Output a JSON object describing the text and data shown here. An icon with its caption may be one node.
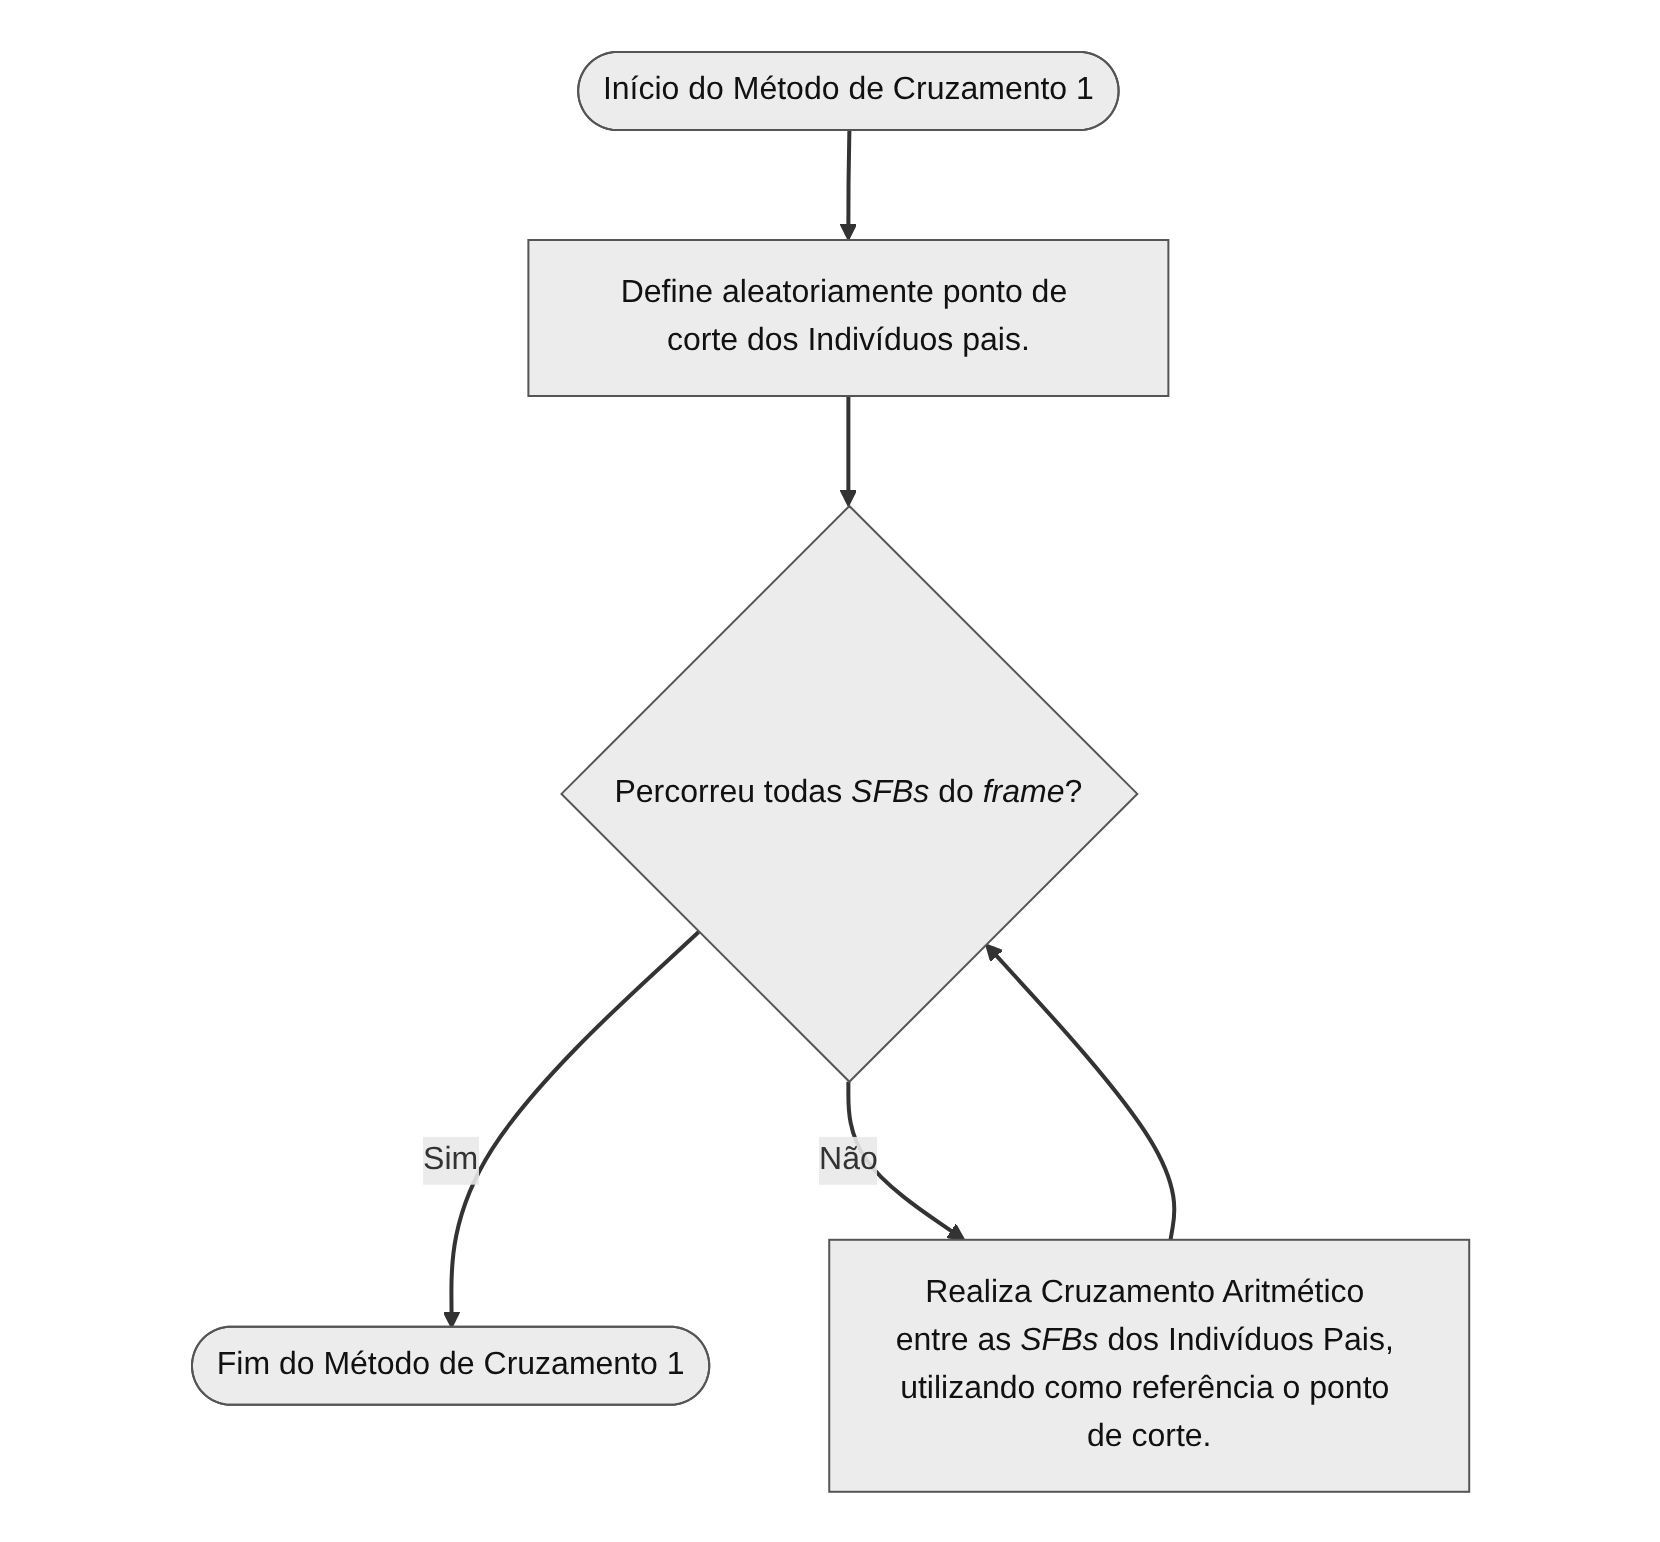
{
  "diagram": {
    "nodes": [
      {
        "text": [
          "Início do Método de Cruzamento 1"
        ]
      },
      {
        "text": [
          "Define aleatoriamente ponto de corte dos Indivíduos pais."
        ]
      },
      {
        "text": [
          "Percorreu todas *SFBs* do *frame*?"
        ]
      },
      {
        "text": [
          "Fim do Método de Cruzamento 1"
        ]
      },
      {
        "text": [
          "Realiza Cruzamento Aritmético entre as *SFBs* dos Indivíduos Pais, utilizando como referência o ponto de corte."
        ]
      }
    ],
    "edges": [
      {
        "from": 0,
        "to": 1,
        "arrow": "to"
      },
      {
        "from": 1,
        "to": 2,
        "arrow": "to"
      },
      {
        "from": 2,
        "to": 3,
        "arrow": "to",
        "label": "Sim"
      },
      {
        "from": 2,
        "to": 4,
        "arrow": "to",
        "label": "Não"
      },
      {
        "from": 4,
        "to": 2,
        "arrow": "to"
      }
    ]
  }
}
